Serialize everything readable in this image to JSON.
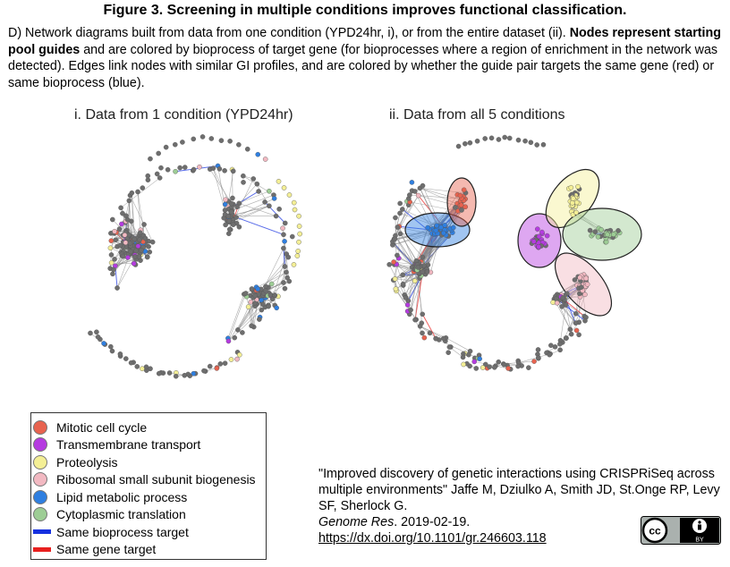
{
  "title": "Figure 3. Screening in multiple conditions improves functional classification.",
  "caption": {
    "lead": "D) Network diagrams built from data from one condition (YPD24hr, i), or from the entire dataset (ii). ",
    "bold": "Nodes represent starting pool guides",
    "rest": " and are colored by bioprocess of target gene (for bioprocesses where a region of enrichment in the network was detected). Edges link nodes with similar GI profiles, and are colored by whether the guide pair targets the same gene (red) or same bioprocess (blue)."
  },
  "panels": [
    {
      "label": "i. Data from 1 condition (YPD24hr)"
    },
    {
      "label": "ii. Data from all 5 conditions"
    }
  ],
  "colors": {
    "mitotic": "#e8634f",
    "transmembrane": "#b53be0",
    "proteolysis": "#f4ef96",
    "ribosomal": "#f2b9c2",
    "lipid": "#2f7fe0",
    "cytoplasmic": "#9dcd95",
    "bioprocess_edge": "#1530e0",
    "gene_edge": "#e8201f",
    "node_default": "#6e6e6e"
  },
  "legend": [
    {
      "label": "Mitotic cell cycle",
      "kind": "dot",
      "color": "#e8634f"
    },
    {
      "label": "Transmembrane transport",
      "kind": "dot",
      "color": "#b53be0"
    },
    {
      "label": "Proteolysis",
      "kind": "dot",
      "color": "#f4ef96"
    },
    {
      "label": "Ribosomal small subunit biogenesis",
      "kind": "dot",
      "color": "#f2b9c2"
    },
    {
      "label": "Lipid metabolic process",
      "kind": "dot",
      "color": "#2f7fe0"
    },
    {
      "label": "Cytoplasmic translation",
      "kind": "dot",
      "color": "#9dcd95"
    },
    {
      "label": "Same bioprocess target",
      "kind": "line",
      "color": "#1530e0"
    },
    {
      "label": "Same gene target",
      "kind": "line",
      "color": "#e8201f"
    }
  ],
  "citation": {
    "quote": "\"Improved discovery of genetic interactions using CRISPRiSeq across multiple environments\" Jaffe M, Dziulko A, Smith JD, St.Onge RP, Levy SF,  Sherlock G.",
    "journal": "Genome Res",
    "date": ". 2019-02-19.",
    "doi": "https://dx.doi.org/10.1101/gr.246603.118"
  },
  "license": {
    "badge_left": "cc",
    "badge_right": "BY"
  }
}
